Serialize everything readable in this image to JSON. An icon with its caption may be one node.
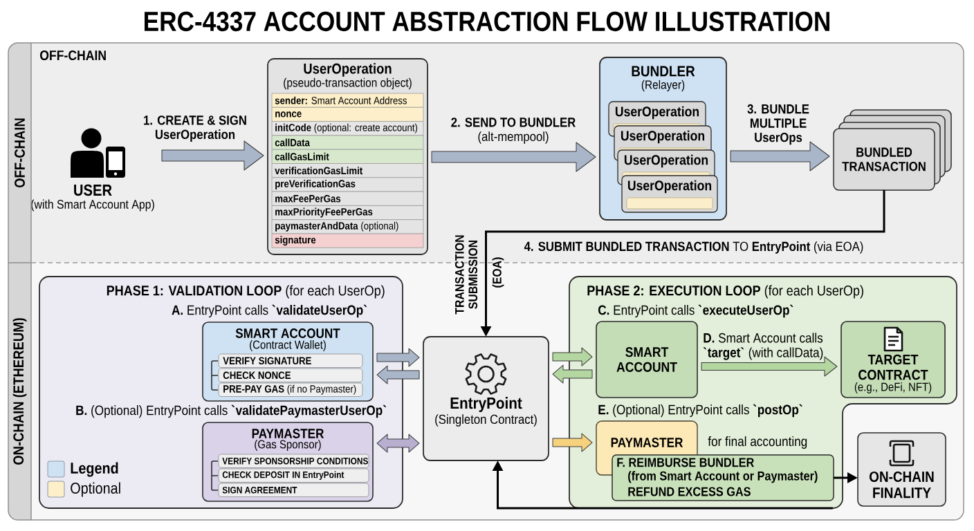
{
  "diagram": {
    "title": "ERC-4337 ACCOUNT ABSTRACTION FLOW ILLUSTRATION",
    "nodes": [
      {
        "text": [
          "OFF-CHAIN",
          "OFF-CHAIN"
        ]
      },
      {
        "text": [
          "USER",
          "(with Smart Account App)"
        ],
        "in": 0
      },
      {
        "text": [
          "UserOperation",
          "(pseudo-transaction object)"
        ],
        "in": 0
      },
      {
        "text": [
          "**sender:** Smart Account Address"
        ],
        "in": 2
      },
      {
        "text": [
          "nonce"
        ],
        "in": 2
      },
      {
        "text": [
          "**initCode** (optional: create account)"
        ],
        "in": 2
      },
      {
        "text": [
          "callData"
        ],
        "in": 2
      },
      {
        "text": [
          "callGasLimit"
        ],
        "in": 2
      },
      {
        "text": [
          "verificationGasLimit"
        ],
        "in": 2
      },
      {
        "text": [
          "preVerificationGas"
        ],
        "in": 2
      },
      {
        "text": [
          "maxFeePerGas"
        ],
        "in": 2
      },
      {
        "text": [
          "maxPriorityFeePerGas"
        ],
        "in": 2
      },
      {
        "text": [
          "**paymasterAndData** (optional)"
        ],
        "in": 2
      },
      {
        "text": [
          "signature"
        ],
        "in": 2
      },
      {
        "text": [
          "BUNDLER",
          "(Relayer)"
        ],
        "in": 0
      },
      {
        "text": [
          "UserOperation"
        ],
        "in": 14
      },
      {
        "text": [
          "UserOperation"
        ],
        "in": 14
      },
      {
        "text": [
          "UserOperation"
        ],
        "in": 14
      },
      {
        "text": [
          "UserOperation"
        ],
        "in": 14
      },
      {
        "text": [
          "BUNDLED TRANSACTION"
        ],
        "in": 0
      },
      {
        "text": [
          "ON-CHAIN (ETHEREUM)"
        ]
      },
      {
        "text": [
          "**PHASE 1: VALIDATION LOOP** (for each UserOp)"
        ],
        "in": 20
      },
      {
        "text": [
          "SMART ACCOUNT",
          "(Contract Wallet)"
        ],
        "in": 21,
        "beside": [
          "**A.** EntryPoint calls **`validateUserOp`**"
        ]
      },
      {
        "text": [
          "VERIFY SIGNATURE"
        ],
        "in": 22
      },
      {
        "text": [
          "CHECK NONCE"
        ],
        "in": 22
      },
      {
        "text": [
          "**PRE-PAY GAS** (if no Paymaster)"
        ],
        "in": 22
      },
      {
        "text": [
          "PAYMASTER",
          "(Gas Sponsor)"
        ],
        "in": 21,
        "beside": [
          "**B.** (Optional) EntryPoint calls **`validatePaymasterUserOp`**"
        ]
      },
      {
        "text": [
          "VERIFY SPONSORSHIP CONDITIONS"
        ],
        "in": 26
      },
      {
        "text": [
          "CHECK DEPOSIT IN EntryPoint"
        ],
        "in": 26
      },
      {
        "text": [
          "SIGN AGREEMENT"
        ],
        "in": 26
      },
      {
        "text": [
          "EntryPoint",
          "(Singleton Contract)"
        ],
        "in": 20
      },
      {
        "text": [
          "**PHASE 2: EXECUTION LOOP** (for each UserOp)"
        ],
        "in": 20
      },
      {
        "text": [
          "SMART ACCOUNT"
        ],
        "in": 31,
        "beside": [
          "**C.** EntryPoint calls **`executeUserOp`**"
        ]
      },
      {
        "text": [
          "TARGET CONTRACT",
          "(e.g., DeFi, NFT)"
        ],
        "in": 31
      },
      {
        "text": [
          "PAYMASTER"
        ],
        "in": 31,
        "beside": [
          "**E.** (Optional) EntryPoint calls **`postOp`**",
          "for final accounting"
        ]
      },
      {
        "text": [
          "F. REIMBURSE BUNDLER (from Smart Account or Paymaster)",
          "REFUND EXCESS GAS"
        ],
        "in": 31
      },
      {
        "text": [
          "ON-CHAIN FINALITY"
        ],
        "in": 20
      }
    ],
    "edges": [
      {
        "from": 1,
        "to": 2,
        "arrow": "to",
        "label": "1. CREATE & SIGN UserOperation",
        "style": "thick"
      },
      {
        "from": 2,
        "to": 14,
        "arrow": "to",
        "label": "**2. SEND TO BUNDLER** (alt-mempool)",
        "style": "thick"
      },
      {
        "from": 14,
        "to": 19,
        "arrow": "to",
        "label": "3. BUNDLE MULTIPLE UserOps",
        "style": "thick"
      },
      {
        "from": 19,
        "to": 30,
        "arrow": "to",
        "label": "**4. SUBMIT BUNDLED TRANSACTION** TO **EntryPoint** (via EOA)",
        "color": "#000000"
      },
      {
        "from": 22,
        "to": 30,
        "arrow": "to",
        "style": "thick"
      },
      {
        "from": 30,
        "to": 22,
        "arrow": "to",
        "style": "thick"
      },
      {
        "from": 26,
        "to": 30,
        "arrow": "both",
        "style": "thick",
        "color": "#b7aed0"
      },
      {
        "from": 30,
        "to": 32,
        "arrow": "to",
        "style": "thick",
        "color": "#b4d6a0"
      },
      {
        "from": 32,
        "to": 30,
        "arrow": "to",
        "style": "thick",
        "color": "#b4d6a0"
      },
      {
        "from": 32,
        "to": 33,
        "arrow": "to",
        "label": "**D.** Smart Account calls **`target`** (with callData)",
        "style": "thick",
        "color": "#b4d6a0"
      },
      {
        "from": 30,
        "to": 34,
        "arrow": "to",
        "style": "thick",
        "color": "#f6d17e"
      },
      {
        "from": 35,
        "to": 36,
        "arrow": "to",
        "color": "#000000"
      },
      {
        "from": 31,
        "to": 30,
        "arrow": "to",
        "color": "#000000"
      }
    ],
    "labels": [
      "TRANSACTION SUBMISSION",
      "(EOA)"
    ],
    "legend": [
      {
        "text": "Legend",
        "color": "#cfe2f3"
      },
      {
        "text": "Optional",
        "color": "#fcefc9"
      }
    ]
  }
}
